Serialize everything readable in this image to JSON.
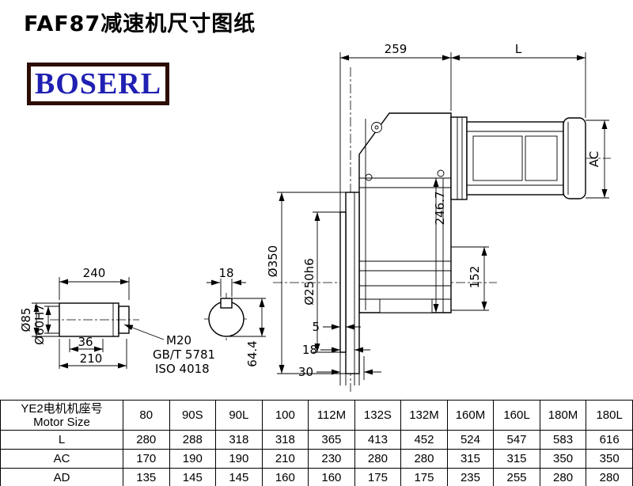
{
  "page": {
    "title": "FAF87减速机尺寸图纸",
    "logo": "BOSERL"
  },
  "dims": {
    "top_width": "259",
    "motor_length": "L",
    "motor_ac": "AC",
    "center_height": "246.7",
    "flange_od": "Ø350",
    "spigot_od": "Ø250h6",
    "foot_height": "152",
    "off_5": "5",
    "off_18": "18",
    "off_30": "30",
    "shaft_length": "240",
    "key_width": "18",
    "shaft_od": "Ø85",
    "bore_d": "Ø60H7",
    "len_36": "36",
    "len_210": "210",
    "key_height": "64.4"
  },
  "labels": {
    "thread": "M20",
    "gb_std": "GB/T 5781",
    "iso_std": "ISO 4018"
  },
  "table": {
    "header_cn": "YE2电机机座号",
    "header_en": "Motor Size",
    "sizes": [
      "80",
      "90S",
      "90L",
      "100",
      "112M",
      "132S",
      "132M",
      "160M",
      "160L",
      "180M",
      "180L"
    ],
    "rows": [
      {
        "label": "L",
        "values": [
          "280",
          "288",
          "318",
          "318",
          "365",
          "413",
          "452",
          "524",
          "547",
          "583",
          "616"
        ]
      },
      {
        "label": "AC",
        "values": [
          "170",
          "190",
          "190",
          "210",
          "230",
          "280",
          "280",
          "315",
          "315",
          "350",
          "350"
        ]
      },
      {
        "label": "AD",
        "values": [
          "135",
          "145",
          "145",
          "160",
          "160",
          "175",
          "175",
          "235",
          "255",
          "280",
          "280"
        ]
      }
    ]
  }
}
